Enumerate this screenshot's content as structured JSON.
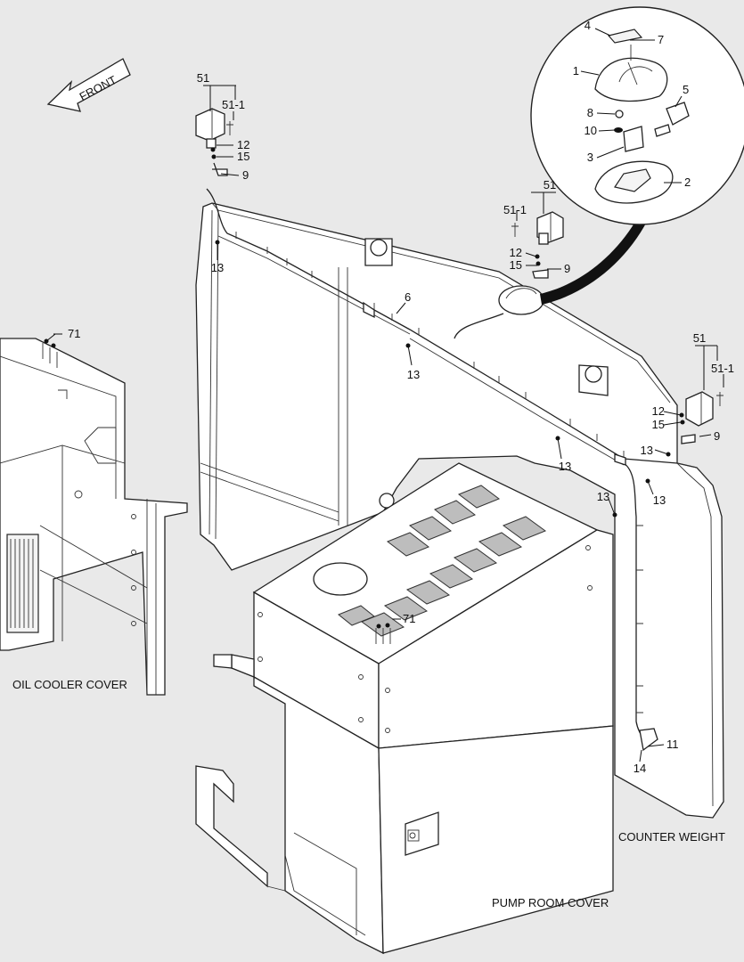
{
  "front_label": "FRONT",
  "captions": {
    "oil_cooler": "OIL COOLER COVER",
    "counter_weight": "COUNTER WEIGHT",
    "pump_room": "PUMP ROOM COVER"
  },
  "callouts": {
    "c4": "4",
    "c7": "7",
    "c1": "1",
    "c5": "5",
    "c8": "8",
    "c10": "10",
    "c3": "3",
    "c2": "2",
    "c51a": "51",
    "c51_1a": "51-1",
    "c12a": "12",
    "c15a": "15",
    "c9a": "9",
    "c13a": "13",
    "c51b": "51",
    "c51_1b": "51-1",
    "c12b": "12",
    "c15b": "15",
    "c9b": "9",
    "c6": "6",
    "c13b": "13",
    "c71a": "71",
    "c51c": "51",
    "c51_1c": "51-1",
    "c12c": "12",
    "c15c": "15",
    "c9c": "9",
    "c13c": "13",
    "c13d": "13",
    "c13e": "13",
    "c13f": "13",
    "c71b": "71",
    "c11": "11",
    "c14": "14"
  },
  "icons": [
    "front-arrow-icon",
    "work-lamp-icon",
    "beacon-lamp-icon"
  ]
}
